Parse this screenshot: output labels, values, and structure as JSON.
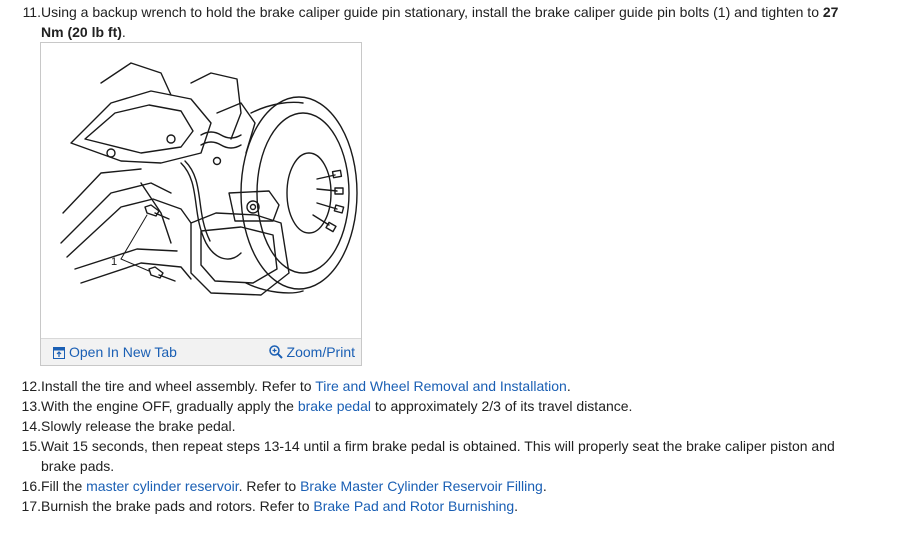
{
  "steps": {
    "s11": {
      "num": "11.",
      "text_a": "Using a backup wrench to hold the brake caliper guide pin stationary, install the brake caliper guide pin bolts (1) and tighten to ",
      "bold_a": "27",
      "bold_b": "Nm (20 lb ft)",
      "text_b": "."
    },
    "s12": {
      "num": "12.",
      "text_a": "Install the tire and wheel assembly. Refer to ",
      "link": "Tire and Wheel Removal and Installation",
      "text_b": "."
    },
    "s13": {
      "num": "13.",
      "text_a": "With the engine OFF, gradually apply the ",
      "link": "brake pedal",
      "text_b": " to approximately 2/3 of its travel distance."
    },
    "s14": {
      "num": "14.",
      "text": "Slowly release the brake pedal."
    },
    "s15": {
      "num": "15.",
      "line1": "Wait 15 seconds, then repeat steps 13-14 until a firm brake pedal is obtained. This will properly seat the brake caliper piston and",
      "line2": "brake pads."
    },
    "s16": {
      "num": "16.",
      "text_a": "Fill the ",
      "link_a": "master cylinder reservoir",
      "text_b": ". Refer to ",
      "link_b": "Brake Master Cylinder Reservoir Filling",
      "text_c": "."
    },
    "s17": {
      "num": "17.",
      "text_a": "Burnish the brake pads and rotors. Refer to ",
      "link": "Brake Pad and Rotor Burnishing",
      "text_b": "."
    }
  },
  "figure": {
    "callout": "1",
    "open_tab_label": "Open In New Tab",
    "zoom_label": "Zoom/Print",
    "open_tab_icon": "open-new-tab-icon",
    "zoom_icon": "magnifier-plus-icon"
  },
  "colors": {
    "link": "#1a5fb4",
    "text": "#212121",
    "bar_bg": "#f2f2f2"
  }
}
